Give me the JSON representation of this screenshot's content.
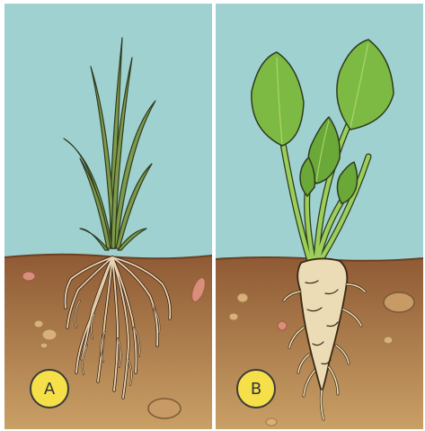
{
  "colors": {
    "sky": "#9fd1d0",
    "soil_top": "#8f5a34",
    "soil_bottom": "#c59a62",
    "badge_fill": "#f6e04a",
    "badge_stroke": "#3b3b3b",
    "leaf_green": "#7dba43",
    "grass_green": "#7d9a4a",
    "root_fill": "#ecdcb6",
    "fibrous_root": "#e8d3b0"
  },
  "panels": [
    {
      "id": "A",
      "label": "A",
      "plant": "grass-with-fibrous-roots"
    },
    {
      "id": "B",
      "label": "B",
      "plant": "plant-with-taproot"
    }
  ]
}
